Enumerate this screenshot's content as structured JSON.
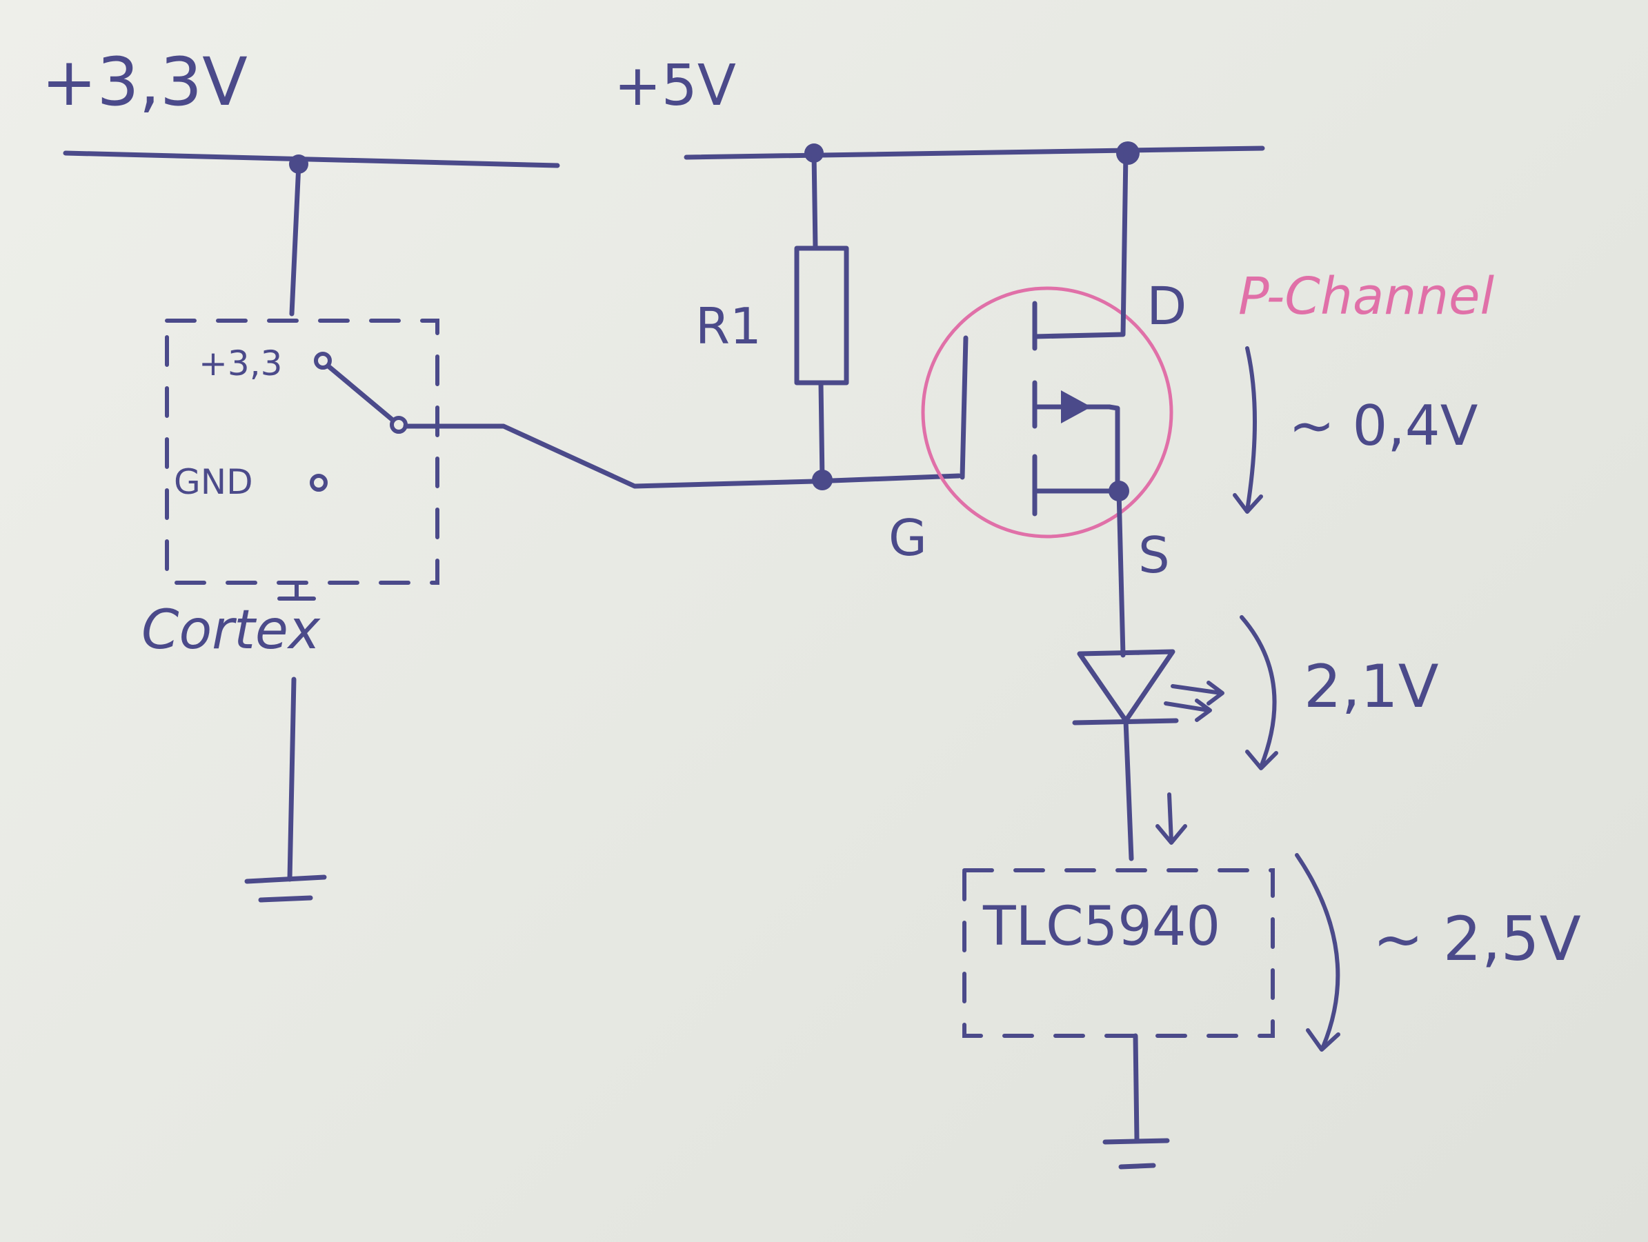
{
  "rails": {
    "v33_label": "+3,3V",
    "v5_label": "+5V"
  },
  "cortex": {
    "pin_33_label": "+3,3",
    "pin_gnd_label": "GND",
    "name": "Cortex"
  },
  "resistor": {
    "label": "R1"
  },
  "mosfet": {
    "drain_label": "D",
    "gate_label": "G",
    "source_label": "S",
    "type_label": "P-Channel",
    "vds_label": "~ 0,4V"
  },
  "led": {
    "vf_label": "2,1V"
  },
  "driver": {
    "name": "TLC5940",
    "v_label": "~ 2,5V"
  },
  "colors": {
    "ink": "#4b4a8a",
    "highlight": "#e070a8",
    "paper": "#e9ebe6"
  }
}
